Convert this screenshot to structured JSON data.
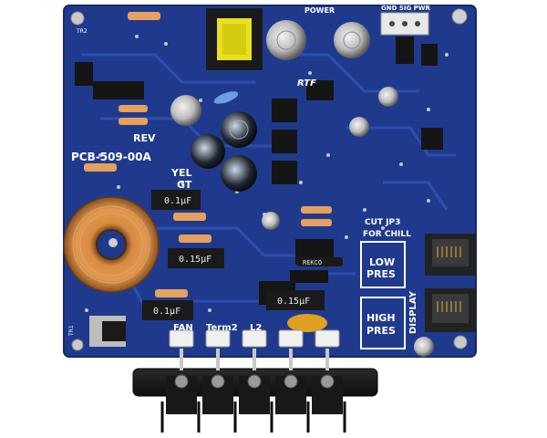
{
  "silkscreen": {
    "board_id": "PCB-509-00A",
    "rev": "REV",
    "yel": "YEL",
    "gt": "GT",
    "power": "POWER",
    "rtf": "RTF",
    "gnd_sig_pwr": "GND SIG PWR",
    "cut_jp3": "CUT JP3",
    "for_chill": "FOR CHILL",
    "low_pres_1": "LOW",
    "low_pres_2": "PRES",
    "high_pres_1": "HIGH",
    "high_pres_2": "PRES",
    "display": "DISPLAY",
    "fan": "FAN",
    "term2": "Term2",
    "l2": "L2",
    "tr1": "TR1",
    "tr2": "TR2"
  },
  "component_markings": {
    "cap_01uf_a": "0.1µF",
    "cap_015uf_a": "0.15µF",
    "cap_01uf_b": "0.1µF",
    "cap_015uf_b": "0.15µF",
    "rfkd": "REKCO"
  },
  "colors": {
    "pcb": "#1f3a8c",
    "trace": "#2d4fb0",
    "silk": "#ffffff",
    "copper": "#c87a3a",
    "terminal": "#1a1a1a",
    "transformer": "#e8e020"
  }
}
